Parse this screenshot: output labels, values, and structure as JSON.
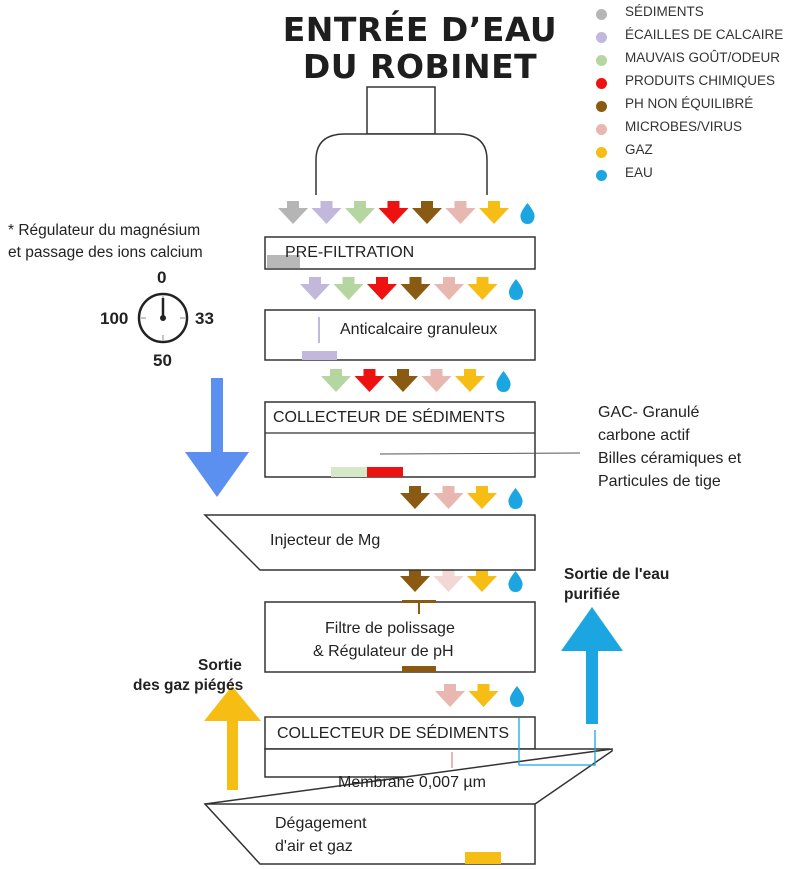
{
  "title": {
    "line1": "ENTRÉE D’EAU",
    "line2": "DU ROBINET"
  },
  "legend": [
    {
      "label": "SÉDIMENTS",
      "color": "#b5b5b5"
    },
    {
      "label": "ÉCAILLES DE CALCAIRE",
      "color": "#c2b8dc"
    },
    {
      "label": "MAUVAIS GOÛT/ODEUR",
      "color": "#b5d6a0"
    },
    {
      "label": "PRODUITS CHIMIQUES",
      "color": "#ee1111"
    },
    {
      "label": "PH NON ÉQUILIBRÉ",
      "color": "#8b5a12"
    },
    {
      "label": "MICROBES/VIRUS",
      "color": "#e8b7b0"
    },
    {
      "label": "GAZ",
      "color": "#f6be14"
    },
    {
      "label": "EAU",
      "color": "#1ba6e2"
    }
  ],
  "stages": {
    "prefiltration": "PRE-FILTRATION",
    "anticalcaire": "Anticalcaire granuleux",
    "collecteur1": "COLLECTEUR DE SÉDIMENTS",
    "injecteur": "Injecteur de Mg",
    "polissage_line1": "Filtre de polissage",
    "polissage_line2": "& Régulateur de pH",
    "collecteur2": "COLLECTEUR DE SÉDIMENTS",
    "membrane": "Membrane 0,007 µm",
    "degagement_line1": "Dégagement",
    "degagement_line2": "d'air et gaz"
  },
  "notes": {
    "regulateur_line1": "* Régulateur du magnésium",
    "regulateur_line2": "et passage des ions calcium",
    "gac_line1": "GAC- Granulé",
    "gac_line2": "carbone actif",
    "gac_line3": "Billes céramiques et",
    "gac_line4": "Particules de tige",
    "sortie_eau_line1": "Sortie de l'eau",
    "sortie_eau_line2": "purifiée",
    "sortie_gaz_line1": "Sortie",
    "sortie_gaz_line2": "des gaz piégés"
  },
  "dial": {
    "top": "0",
    "left": "100",
    "right": "33",
    "bottom": "50"
  },
  "arrow_colors": {
    "flow_down": "#5b8ff0",
    "water_out": "#1ba6e2",
    "gas_out": "#f6be14"
  }
}
